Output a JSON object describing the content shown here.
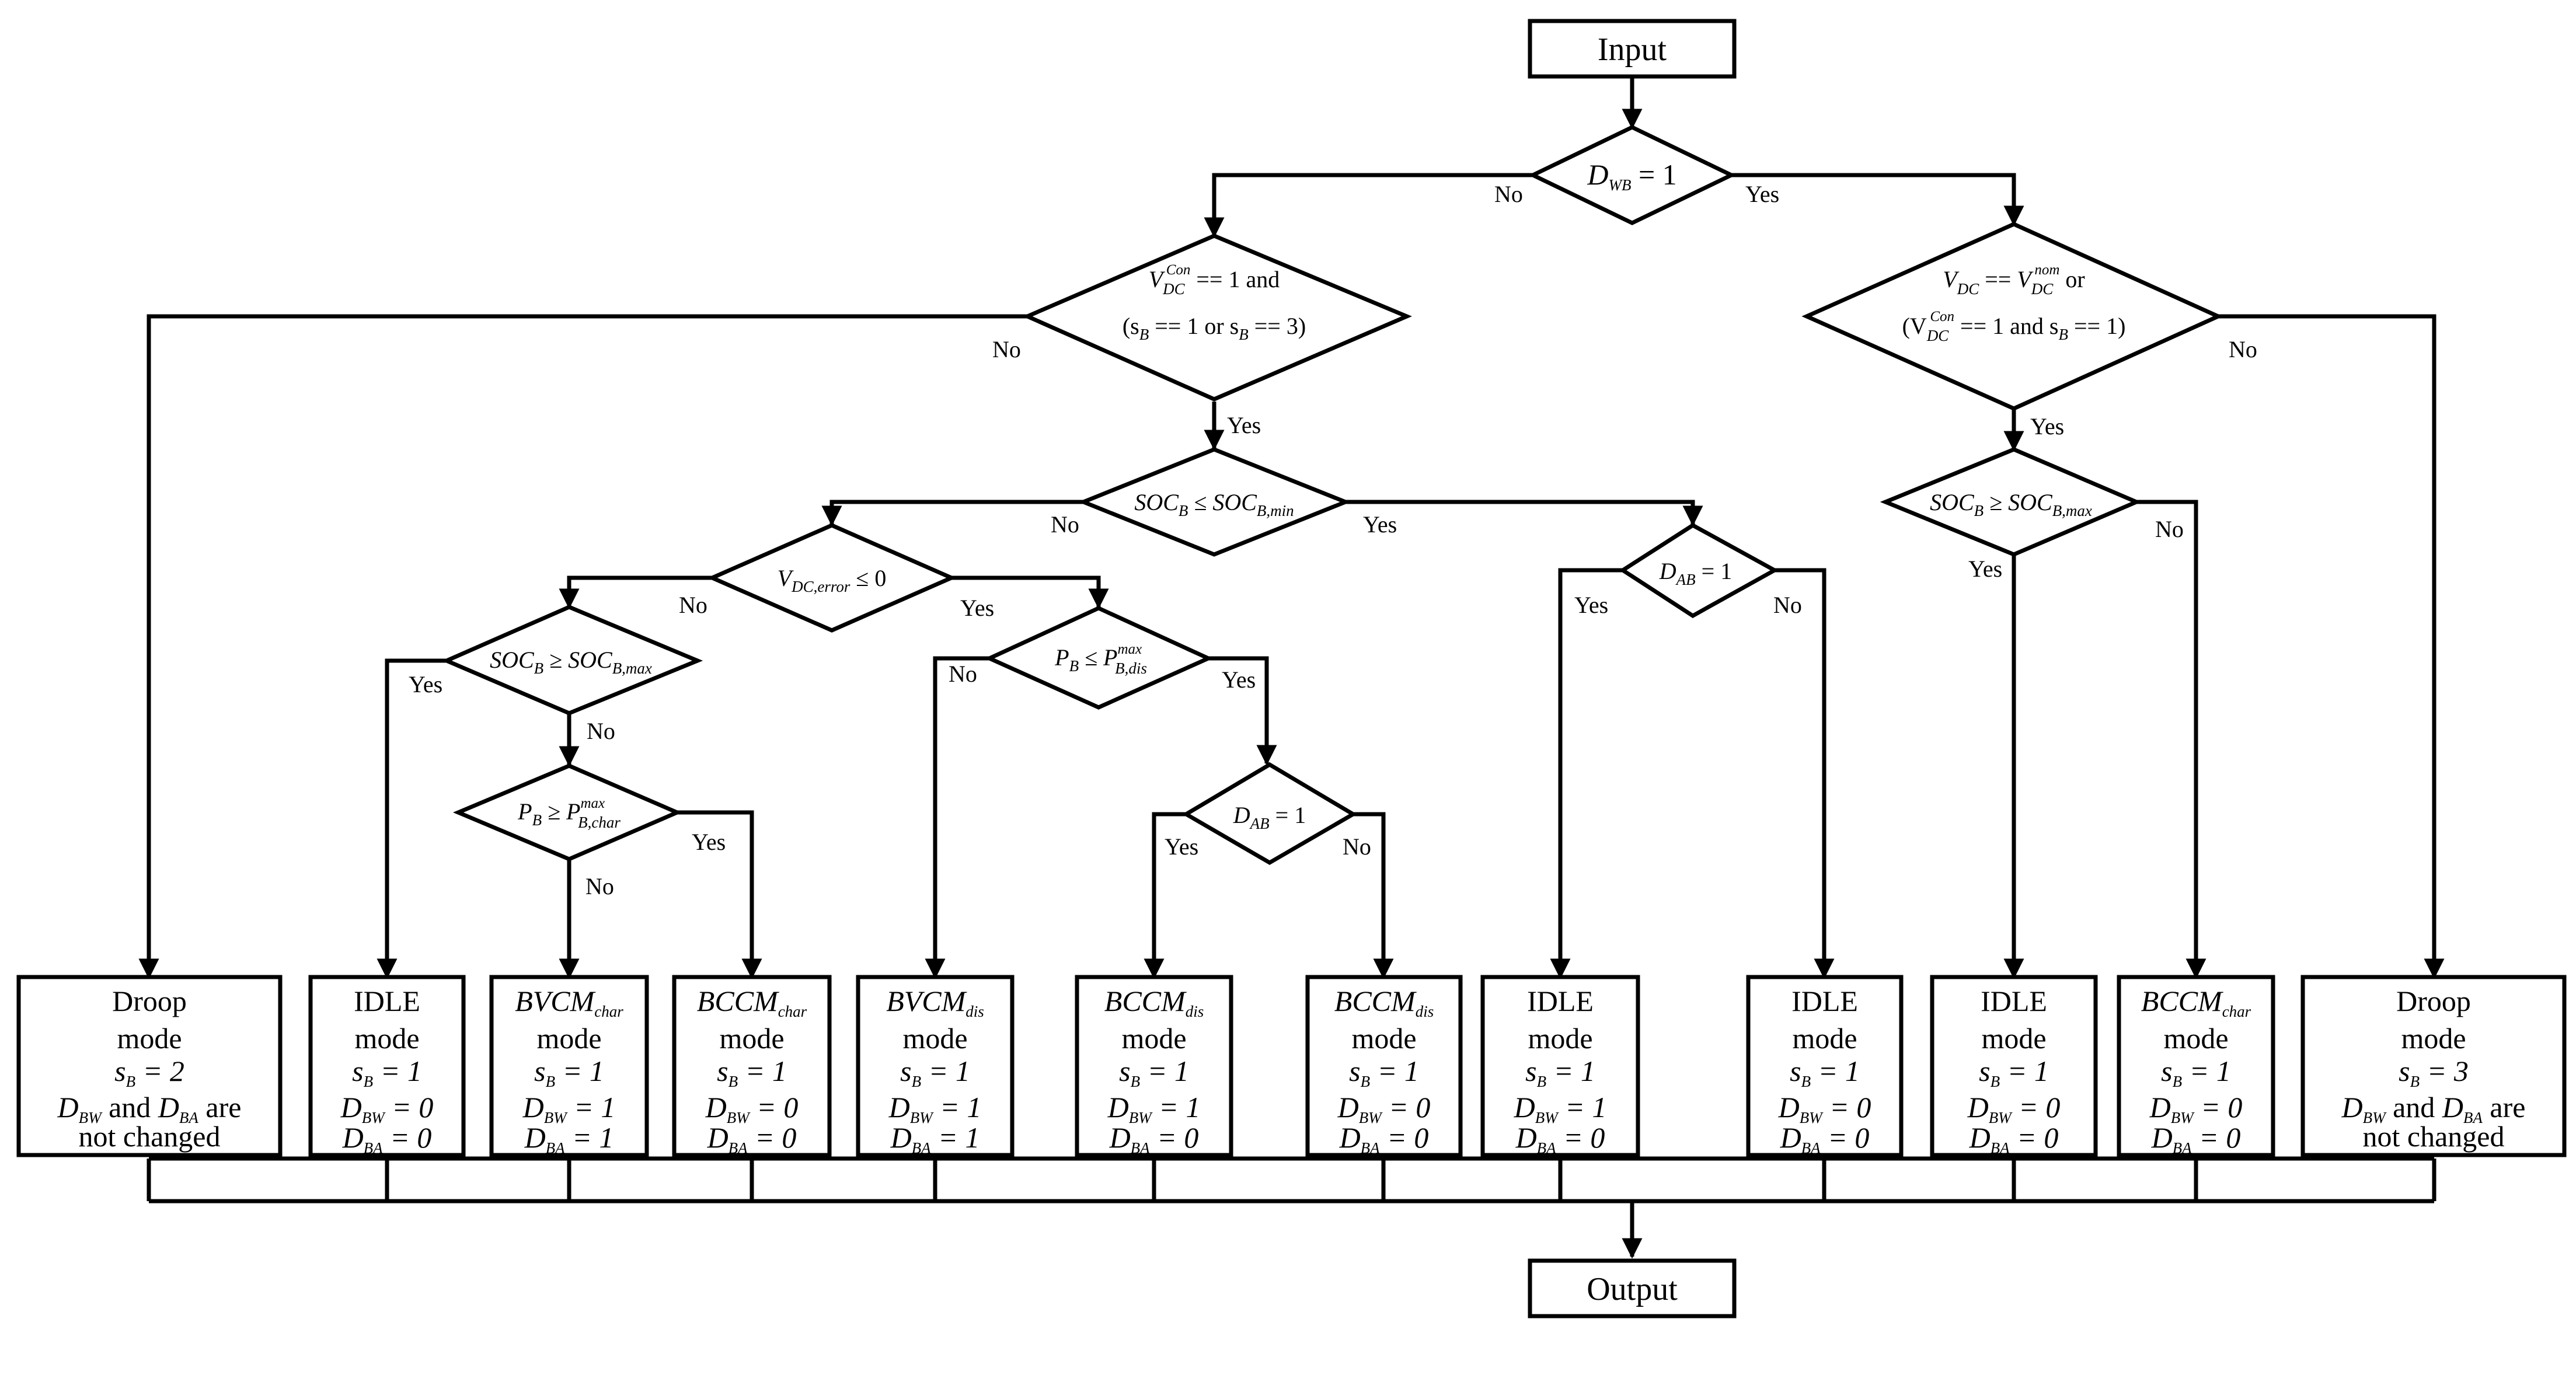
{
  "io": {
    "input": "Input",
    "output": "Output"
  },
  "branch": {
    "yes": "Yes",
    "no": "No"
  },
  "decisions": {
    "d1": {
      "var": "D",
      "sub": "WB",
      "rest": " = 1"
    },
    "d2": {
      "line1_var": "V",
      "line1_sub": "DC",
      "line1_sup": "Con",
      "line1_rest": " == 1 and",
      "line2": "(s",
      "line2_sub1": "B",
      "line2_mid": " == 1 or s",
      "line2_sub2": "B",
      "line2_end": " == 3)"
    },
    "d3": {
      "line1_var": "V",
      "line1_sub": "DC",
      "line1_sup": "nom",
      "line1_lhs": "V",
      "line1_lhs_sub": "DC",
      "line1_mid": " == ",
      "line1_rest": " or",
      "line2": "(V",
      "line2_sub": "DC",
      "line2_sup": "Con",
      "line2_mid": " == 1 and s",
      "line2_sub2": "B",
      "line2_end": " == 1)"
    },
    "d4": {
      "lhs": "SOC",
      "lhs_sub": "B",
      "op": " ≤ SOC",
      "rhs_sub": "B,min"
    },
    "d5": {
      "lhs": "SOC",
      "lhs_sub": "B",
      "op": " ≥ SOC",
      "rhs_sub": "B,max"
    },
    "d6": {
      "var": "V",
      "sub": "DC,error",
      "rest": " ≤ 0"
    },
    "d7": {
      "var": "D",
      "sub": "AB",
      "rest": " = 1"
    },
    "d8": {
      "lhs": "SOC",
      "lhs_sub": "B",
      "op": " ≥ SOC",
      "rhs_sub": "B,max"
    },
    "d9": {
      "lhs": "P",
      "lhs_sub": "B",
      "op": " ≤ P",
      "rhs_sub": "B,dis",
      "rhs_sup": "max"
    },
    "d10": {
      "lhs": "P",
      "lhs_sub": "B",
      "op": " ≥ P",
      "rhs_sub": "B,char",
      "rhs_sup": "max"
    },
    "d11": {
      "var": "D",
      "sub": "AB",
      "rest": " = 1"
    }
  },
  "modes": [
    {
      "name": "Droop",
      "word": "mode",
      "s": "s",
      "s_sub": "B",
      "s_val": " = 2",
      "line4": "and",
      "line4_a": "D",
      "line4_a_sub": "BW",
      "line4_b": "D",
      "line4_b_sub": "BA",
      "line4_end": " are",
      "line5": "not changed"
    },
    {
      "name": "IDLE",
      "word": "mode",
      "s": "s",
      "s_sub": "B",
      "s_val": " = 1",
      "dbw": "D",
      "dbw_sub": "BW",
      "dbw_val": " = 0",
      "dba": "D",
      "dba_sub": "BA",
      "dba_val": " = 0"
    },
    {
      "name": "BVCM",
      "name_sub": "char",
      "word": "mode",
      "s": "s",
      "s_sub": "B",
      "s_val": " = 1",
      "dbw": "D",
      "dbw_sub": "BW",
      "dbw_val": " = 1",
      "dba": "D",
      "dba_sub": "BA",
      "dba_val": " = 1"
    },
    {
      "name": "BCCM",
      "name_sub": "char",
      "word": "mode",
      "s": "s",
      "s_sub": "B",
      "s_val": " = 1",
      "dbw": "D",
      "dbw_sub": "BW",
      "dbw_val": " = 0",
      "dba": "D",
      "dba_sub": "BA",
      "dba_val": " = 0"
    },
    {
      "name": "BVCM",
      "name_sub": "dis",
      "word": "mode",
      "s": "s",
      "s_sub": "B",
      "s_val": " = 1",
      "dbw": "D",
      "dbw_sub": "BW",
      "dbw_val": " = 1",
      "dba": "D",
      "dba_sub": "BA",
      "dba_val": " = 1"
    },
    {
      "name": "BCCM",
      "name_sub": "dis",
      "word": "mode",
      "s": "s",
      "s_sub": "B",
      "s_val": " = 1",
      "dbw": "D",
      "dbw_sub": "BW",
      "dbw_val": " = 1",
      "dba": "D",
      "dba_sub": "BA",
      "dba_val": " = 0"
    },
    {
      "name": "BCCM",
      "name_sub": "dis",
      "word": "mode",
      "s": "s",
      "s_sub": "B",
      "s_val": " = 1",
      "dbw": "D",
      "dbw_sub": "BW",
      "dbw_val": " = 0",
      "dba": "D",
      "dba_sub": "BA",
      "dba_val": " = 0"
    },
    {
      "name": "IDLE",
      "word": "mode",
      "s": "s",
      "s_sub": "B",
      "s_val": " = 1",
      "dbw": "D",
      "dbw_sub": "BW",
      "dbw_val": " = 1",
      "dba": "D",
      "dba_sub": "BA",
      "dba_val": " = 0"
    },
    {
      "name": "IDLE",
      "word": "mode",
      "s": "s",
      "s_sub": "B",
      "s_val": " = 1",
      "dbw": "D",
      "dbw_sub": "BW",
      "dbw_val": " = 0",
      "dba": "D",
      "dba_sub": "BA",
      "dba_val": " = 0"
    },
    {
      "name": "IDLE",
      "word": "mode",
      "s": "s",
      "s_sub": "B",
      "s_val": " = 1",
      "dbw": "D",
      "dbw_sub": "BW",
      "dbw_val": " = 0",
      "dba": "D",
      "dba_sub": "BA",
      "dba_val": " = 0"
    },
    {
      "name": "BCCM",
      "name_sub": "char",
      "word": "mode",
      "s": "s",
      "s_sub": "B",
      "s_val": " = 1",
      "dbw": "D",
      "dbw_sub": "BW",
      "dbw_val": " = 0",
      "dba": "D",
      "dba_sub": "BA",
      "dba_val": " = 0"
    },
    {
      "name": "Droop",
      "word": "mode",
      "s": "s",
      "s_sub": "B",
      "s_val": " = 3",
      "line4": "and",
      "line4_a": "D",
      "line4_a_sub": "BW",
      "line4_b": "D",
      "line4_b_sub": "BA",
      "line4_end": " are",
      "line5": "not changed"
    }
  ]
}
